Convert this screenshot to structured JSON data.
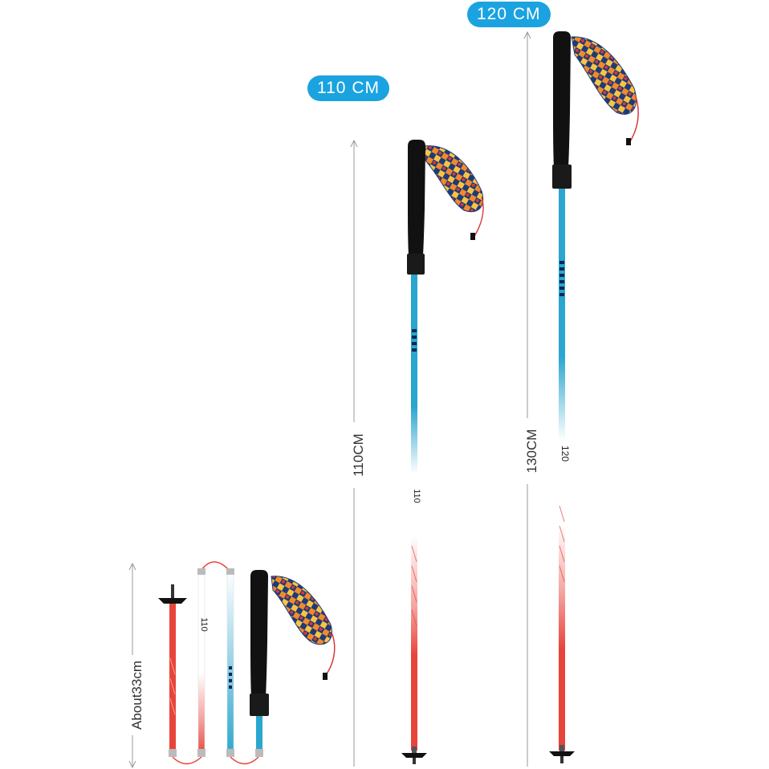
{
  "badges": {
    "pole_110": "110 CM",
    "pole_120": "120 CM"
  },
  "dimensions": {
    "folded": "About33cm",
    "pole_110": "110CM",
    "pole_120": "130CM"
  },
  "shaft_marks": {
    "pole_110": "110",
    "pole_120": "120",
    "folded": "110"
  },
  "colors": {
    "badge": "#1aa3e0",
    "shaft_blue": "#2aa6cf",
    "shaft_red": "#e8453a",
    "grip": "#111111",
    "strap_navy": "#1f3a7a",
    "strap_orange": "#f08a2a",
    "strap_yellow": "#f5c542",
    "strap_red": "#d8393a"
  }
}
